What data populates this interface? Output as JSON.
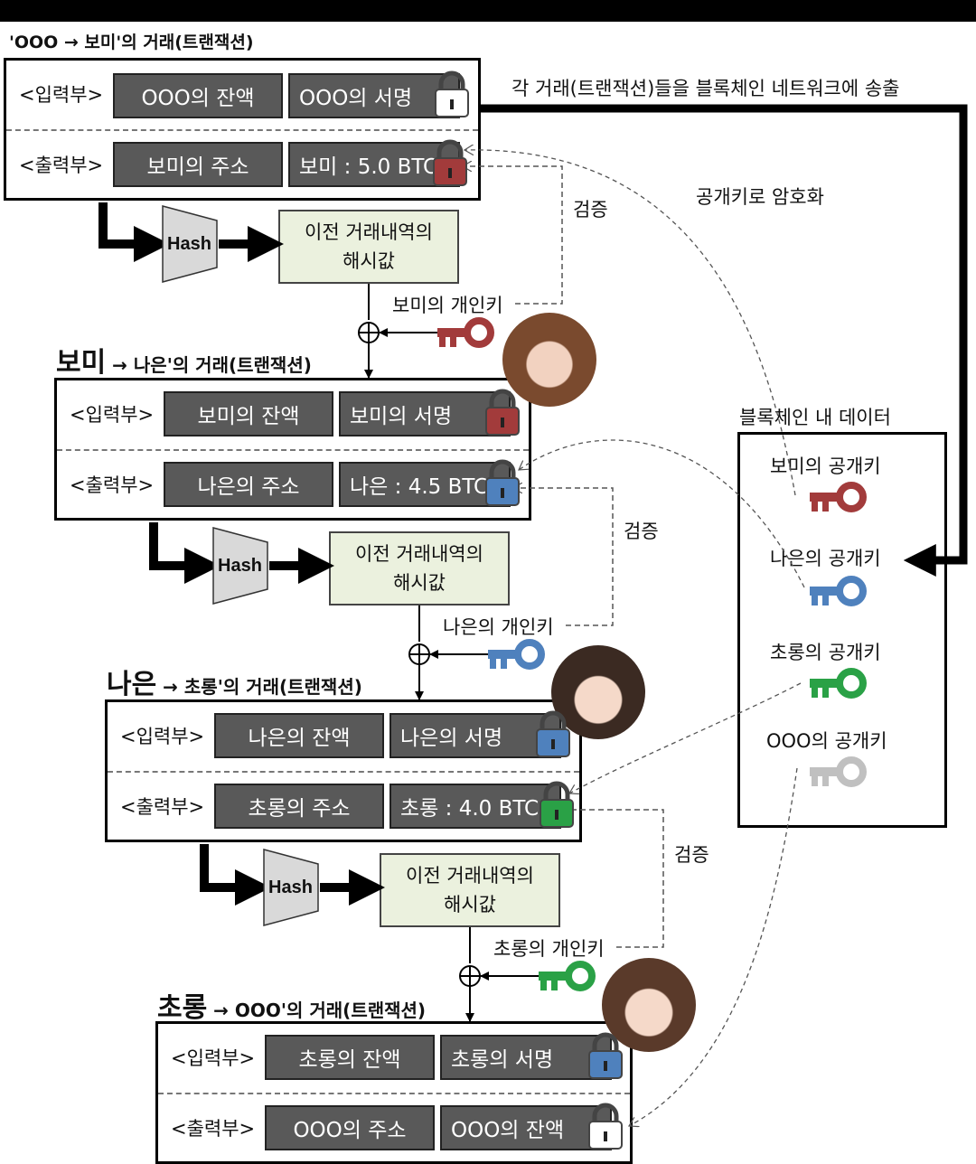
{
  "header_title": "'OOO → 보미'의 거래(트랜잭션)",
  "broadcast_label": "각 거래(트랜잭션)들을 블록체인 네트워크에 송출",
  "encrypt_label": "공개키로 암호화",
  "verify_label": "검증",
  "hash_label": "Hash",
  "hashbox_line1": "이전 거래내역의",
  "hashbox_line2": "해시값",
  "input_label": "<입력부>",
  "output_label": "<출력부>",
  "transactions": [
    {
      "input_balance": "OOO의 잔액",
      "input_signature": "OOO의 서명",
      "output_address": "보미의 주소",
      "output_amount": "보미 : 5.0 BTC",
      "sig_lock_color": "#ffffff",
      "out_lock_color": "#a23b3b"
    },
    {
      "title_big": "보미",
      "title_rest": "→ 나은'의 거래(트랜잭션)",
      "input_balance": "보미의 잔액",
      "input_signature": "보미의 서명",
      "output_address": "나은의 주소",
      "output_amount": "나은 : 4.5 BTC",
      "sig_lock_color": "#a23b3b",
      "out_lock_color": "#4f81bd"
    },
    {
      "title_big": "나은",
      "title_rest": "→ 초롱'의 거래(트랜잭션)",
      "input_balance": "나은의 잔액",
      "input_signature": "나은의 서명",
      "output_address": "초롱의 주소",
      "output_amount": "초롱 : 4.0 BTC",
      "sig_lock_color": "#4f81bd",
      "out_lock_color": "#2aa146"
    },
    {
      "title_big": "초롱",
      "title_rest": "→ OOO'의 거래(트랜잭션)",
      "input_balance": "초롱의 잔액",
      "input_signature": "초롱의 서명",
      "output_address": "OOO의 주소",
      "output_amount": "OOO의 잔액",
      "sig_lock_color": "#4f81bd",
      "out_lock_color": "#ffffff"
    }
  ],
  "private_keys": [
    {
      "label": "보미의 개인키",
      "color": "#a23b3b"
    },
    {
      "label": "나은의 개인키",
      "color": "#4f81bd"
    },
    {
      "label": "초롱의 개인키",
      "color": "#2aa146"
    }
  ],
  "blockchain": {
    "title": "블록체인 내 데이터",
    "keys": [
      {
        "label": "보미의 공개키",
        "color": "#a23b3b"
      },
      {
        "label": "나은의 공개키",
        "color": "#4f81bd"
      },
      {
        "label": "초롱의 공개키",
        "color": "#2aa146"
      },
      {
        "label": "OOO의 공개키",
        "color": "#c0c0c0"
      }
    ]
  }
}
